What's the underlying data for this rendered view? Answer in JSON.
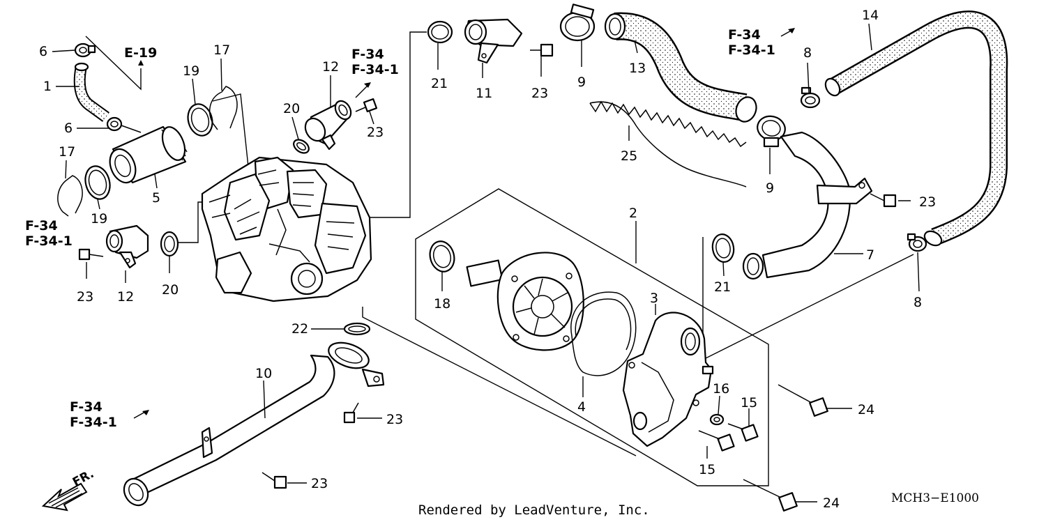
{
  "diagram": {
    "watermark": "Rendered by LeadVenture, Inc.",
    "diagram_code": "MCH3−E1000",
    "front_marker": "FR.",
    "refs": {
      "e19": "E-19",
      "f34": "F-34",
      "f34_1": "F-34-1"
    },
    "callouts": {
      "c1": "1",
      "c2": "2",
      "c3": "3",
      "c4": "4",
      "c5": "5",
      "c6a": "6",
      "c6b": "6",
      "c7": "7",
      "c8a": "8",
      "c8b": "8",
      "c9a": "9",
      "c9b": "9",
      "c10": "10",
      "c11": "11",
      "c12a": "12",
      "c12b": "12",
      "c13": "13",
      "c14": "14",
      "c15a": "15",
      "c15b": "15",
      "c16": "16",
      "c17a": "17",
      "c17b": "17",
      "c18": "18",
      "c19a": "19",
      "c19b": "19",
      "c20a": "20",
      "c20b": "20",
      "c21a": "21",
      "c21b": "21",
      "c22": "22",
      "c23a": "23",
      "c23b": "23",
      "c23c": "23",
      "c23d": "23",
      "c23e": "23",
      "c23f": "23",
      "c24a": "24",
      "c24b": "24",
      "c25": "25"
    }
  }
}
